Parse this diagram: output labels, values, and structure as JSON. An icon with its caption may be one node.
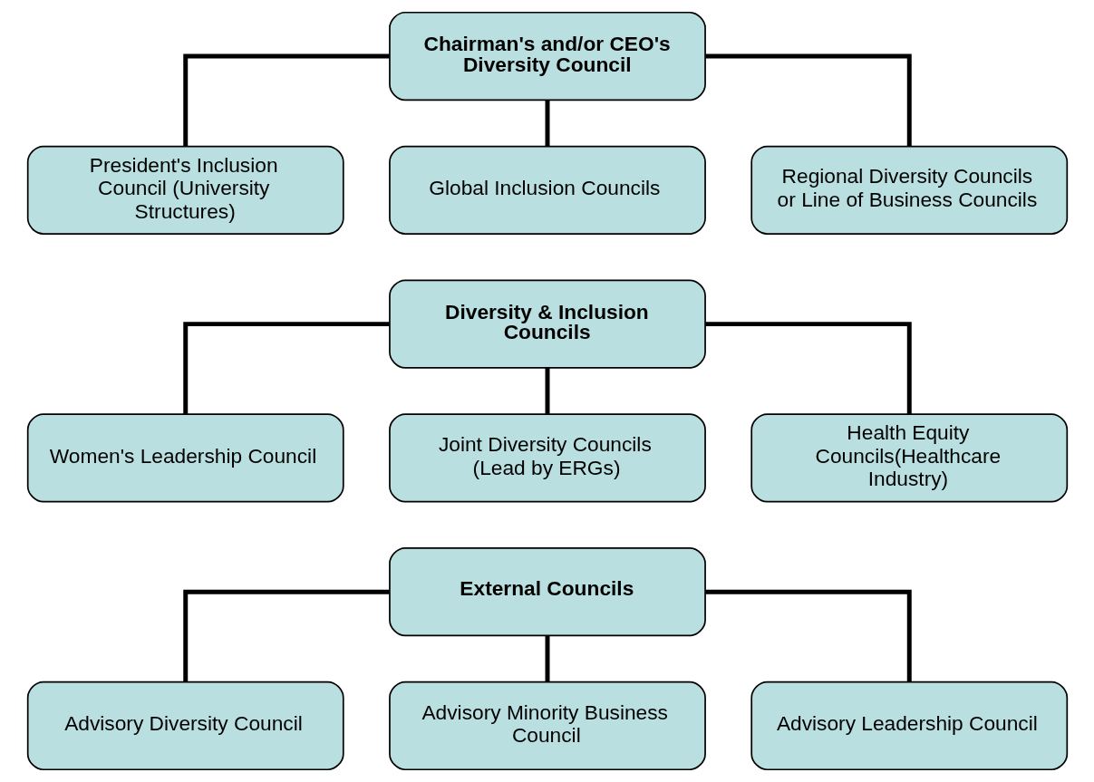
{
  "diagram": {
    "nodes": [
      {
        "text": [
          "Chairman's and/or CEO's Diversity Council"
        ]
      },
      {
        "text": [
          "President's Inclusion Council (University Structures)"
        ]
      },
      {
        "text": [
          "Global Inclusion Councils"
        ]
      },
      {
        "text": [
          "Regional Diversity Councils or Line of Business Councils"
        ]
      },
      {
        "text": [
          "Diversity & Inclusion Councils"
        ]
      },
      {
        "text": [
          "Women's Leadership Council"
        ]
      },
      {
        "text": [
          "Joint Diversity Councils (Lead by ERGs)"
        ]
      },
      {
        "text": [
          "Health Equity Councils(Healthcare Industry)"
        ]
      },
      {
        "text": [
          "External Councils"
        ]
      },
      {
        "text": [
          "Advisory Diversity Council"
        ]
      },
      {
        "text": [
          "Advisory Minority Business Council"
        ]
      },
      {
        "text": [
          "Advisory Leadership Council"
        ]
      }
    ],
    "edges": [
      {
        "from": 0,
        "to": 1,
        "arrow": "none"
      },
      {
        "from": 0,
        "to": 2,
        "arrow": "none"
      },
      {
        "from": 0,
        "to": 3,
        "arrow": "none"
      },
      {
        "from": 4,
        "to": 5,
        "arrow": "none"
      },
      {
        "from": 4,
        "to": 6,
        "arrow": "none"
      },
      {
        "from": 4,
        "to": 7,
        "arrow": "none"
      },
      {
        "from": 8,
        "to": 9,
        "arrow": "none"
      },
      {
        "from": 8,
        "to": 10,
        "arrow": "none"
      },
      {
        "from": 8,
        "to": 11,
        "arrow": "none"
      }
    ]
  }
}
